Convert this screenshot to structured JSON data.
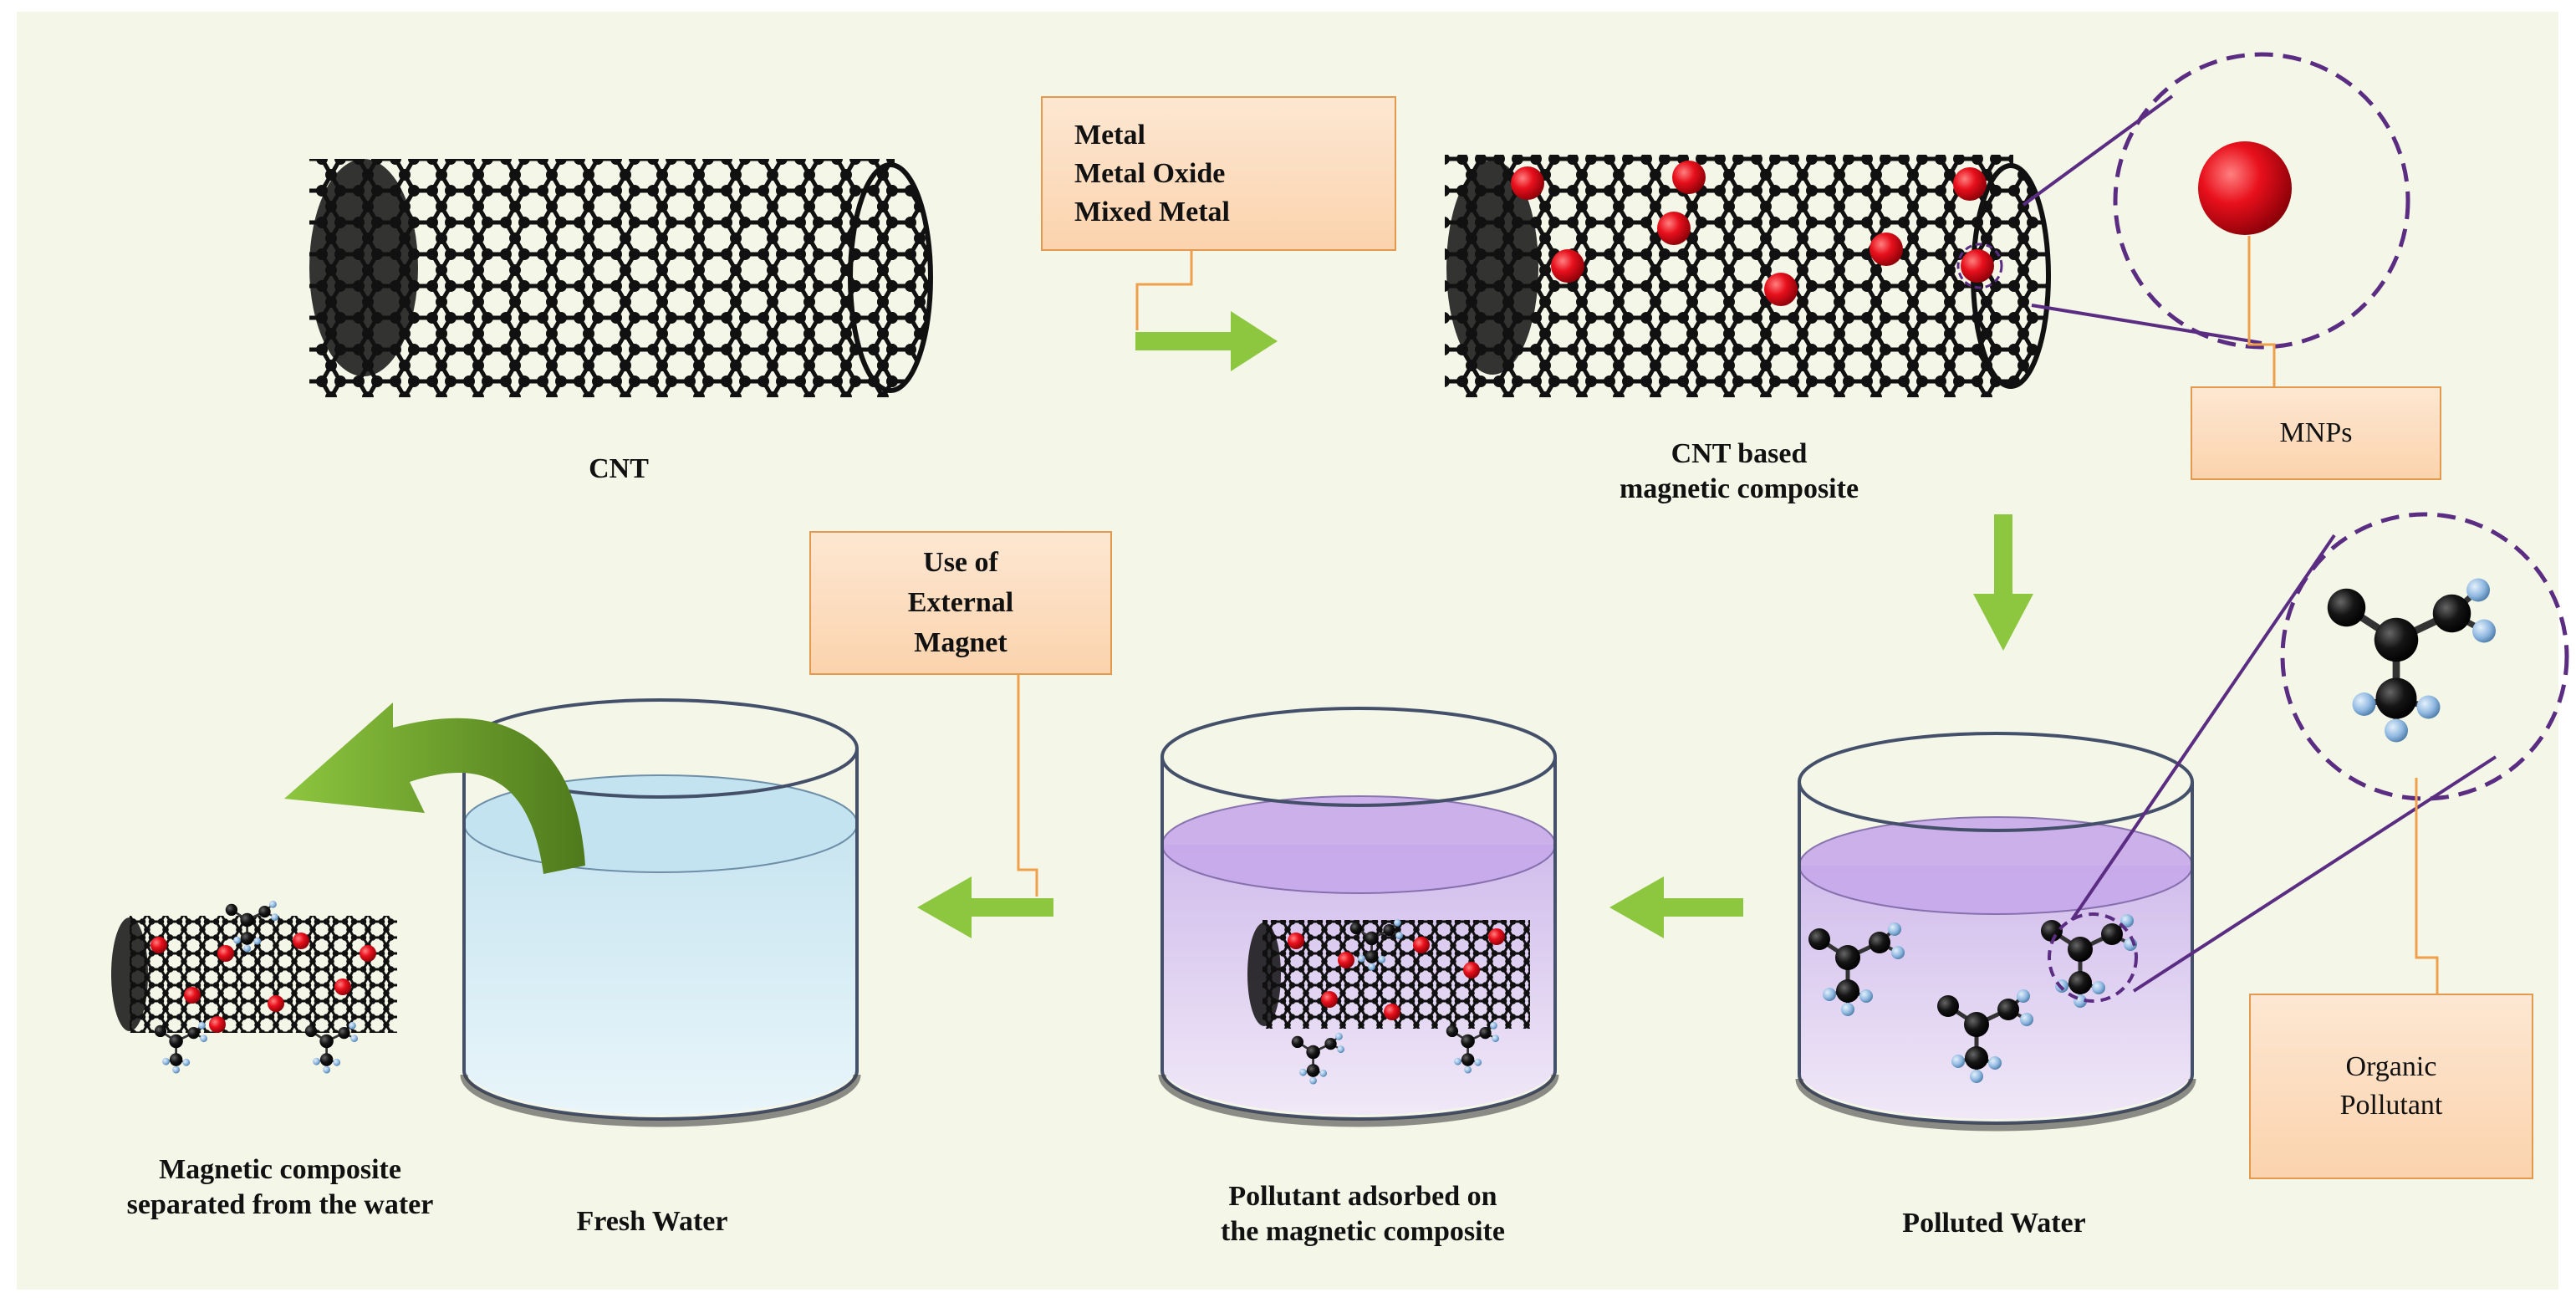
{
  "colors": {
    "background": "#f4f6e8",
    "arrow_green": "#8dc63f",
    "callout_border": "#e39a4f",
    "callout_fill": "#fcd9b6",
    "leader_line": "#f0a04b",
    "zoom_line": "#5a2d82",
    "nanoparticle_red": "#e8101c",
    "atom_black": "#111111",
    "hydrogen_blue": "#8fb8e0",
    "polluted_water": "#dccdf0",
    "fresh_water": "#d9eef6"
  },
  "labels": {
    "cnt": "CNT",
    "composite_line1": "CNT based",
    "composite_line2": "magnetic composite",
    "polluted": "Polluted Water",
    "adsorbed_line1": "Pollutant adsorbed on",
    "adsorbed_line2": "the magnetic composite",
    "fresh": "Fresh Water",
    "separated_line1": "Magnetic composite",
    "separated_line2": "separated from the water"
  },
  "callouts": {
    "metals": [
      "Metal",
      "Metal Oxide",
      "Mixed Metal"
    ],
    "mnps": "MNPs",
    "magnet": [
      "Use of",
      "External",
      "Magnet"
    ],
    "pollutant": [
      "Organic",
      "Pollutant"
    ]
  },
  "icons": [
    "carbon-nanotube-icon",
    "magnetic-nanoparticle-icon",
    "pollutant-molecule-icon",
    "beaker-icon",
    "arrow-icon",
    "curved-arrow-icon"
  ]
}
